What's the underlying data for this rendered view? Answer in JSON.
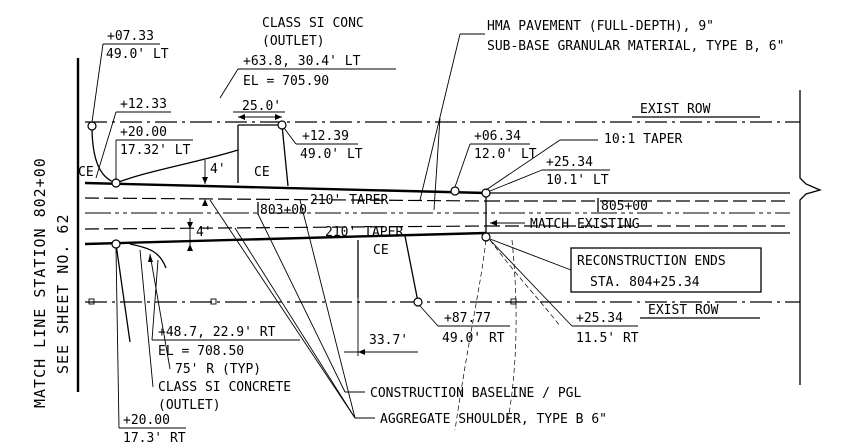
{
  "match_line": {
    "line1": "MATCH LINE STATION 802+00",
    "line2": "SEE SHEET NO. 62"
  },
  "labels": {
    "class_si_conc_line1": "CLASS SI CONC",
    "class_si_conc_line2": "(OUTLET)",
    "outlet_offset": "+63.8, 30.4' LT",
    "outlet_el": "EL = 705.90",
    "hma_pavement": "HMA PAVEMENT (FULL-DEPTH), 9\"",
    "sub_base": "SUB-BASE GRANULAR MATERIAL, TYPE B, 6\"",
    "exist_row_top": "EXIST ROW",
    "exist_row_bottom": "EXIST ROW",
    "sta_0733": "+07.33",
    "off_490lt": "49.0' LT",
    "sta_1233": "+12.33",
    "sta_2000": "+20.00",
    "off_1732lt": "17.32' LT",
    "dim_25": "25.0'",
    "sta_1239": "+12.39",
    "off_490lt_b": "49.0' LT",
    "ce_left": "CE",
    "ce_mid": "CE",
    "ce_bottom": "CE",
    "dim_4_top": "4'",
    "dim_4_bottom": "4'",
    "taper_top": "210' TAPER",
    "taper_bottom": "210' TAPER",
    "sta_803": "803+00",
    "sta_805": "805+00",
    "sta_0634": "+06.34",
    "off_120lt": "12.0' LT",
    "taper_10_1": "10:1 TAPER",
    "sta_2534": "+25.34",
    "off_101lt": "10.1' LT",
    "match_existing": "MATCH EXISTING",
    "recon_line1": "RECONSTRUCTION ENDS",
    "recon_line2": "STA. 804+25.34",
    "sta_487": "+48.7, 22.9' RT",
    "el_70850": "EL = 708.50",
    "radius": "75' R (TYP)",
    "class_si_concrete": "CLASS SI CONCRETE",
    "outlet_b": "(OUTLET)",
    "sta_2000_b": "+20.00",
    "off_173rt": "17.3' RT",
    "dim_337": "33.7'",
    "sta_8777": "+87.77",
    "off_490rt": "49.0' RT",
    "sta_2534_b": "+25.34",
    "off_115rt": "11.5' RT",
    "construction_baseline": "CONSTRUCTION BASELINE / PGL",
    "aggregate_shoulder": "AGGREGATE SHOULDER, TYPE B 6\""
  }
}
